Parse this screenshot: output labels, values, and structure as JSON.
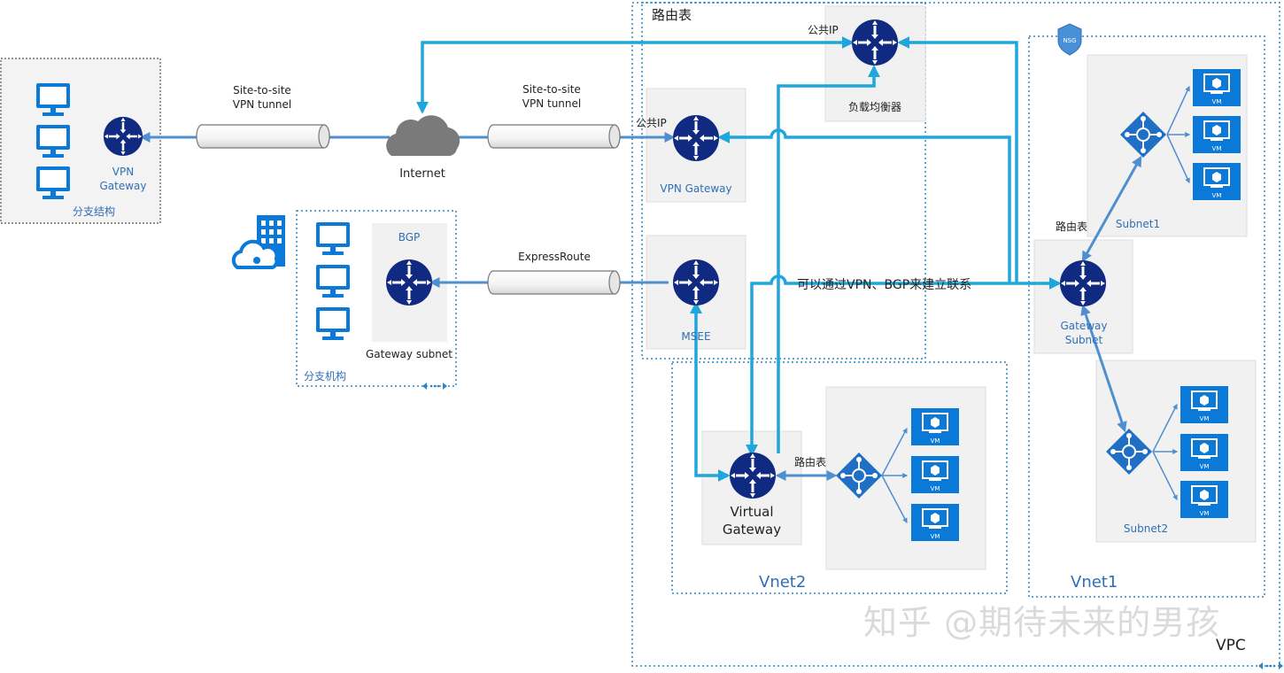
{
  "diagram": {
    "branch_structure": {
      "title": "分支结构",
      "vpn_gateway_line1": "VPN",
      "vpn_gateway_line2": "Gateway"
    },
    "branch_office": {
      "title": "分支机构",
      "bgp_label": "BGP",
      "gateway_subnet_label": "Gateway subnet"
    },
    "tunnels": {
      "left_line1": "Site-to-site",
      "left_line2": "VPN tunnel",
      "right_line1": "Site-to-site",
      "right_line2": "VPN tunnel",
      "expressroute": "ExpressRoute"
    },
    "internet_label": "Internet",
    "route_table_top": "路由表",
    "public_ip_top": "公共IP",
    "load_balancer_label": "负载均衡器",
    "public_ip_vpn": "公共IP",
    "vpn_gateway_label": "VPN Gateway",
    "msee_label": "MSEE",
    "vpn_bgp_note": "可以通过VPN、BGP来建立联系",
    "vnet2": {
      "title": "Vnet2",
      "virtual_gateway_line1": "Virtual",
      "virtual_gateway_line2": "Gateway",
      "route_table": "路由表",
      "vm_labels": [
        "VM",
        "VM",
        "VM"
      ]
    },
    "vnet1": {
      "title": "Vnet1",
      "nsg_label": "NSG",
      "route_table": "路由表",
      "gateway_subnet_line1": "Gateway",
      "gateway_subnet_line2": "Subnet",
      "subnet1_label": "Subnet1",
      "subnet2_label": "Subnet2",
      "subnet1_vms": [
        "VM",
        "VM",
        "VM"
      ],
      "subnet2_vms": [
        "VM",
        "VM",
        "VM"
      ]
    },
    "vpc_label": "VPC",
    "watermark": "知乎 @期待未来的男孩",
    "colors": {
      "link_cyan": "#1ea6dd",
      "link_steel": "#4f8fd0",
      "router_navy": "#0f2a80",
      "vm_blue": "#0a79d8",
      "box_gray": "#f1f1f1",
      "border_blue": "#2b86c5"
    }
  }
}
